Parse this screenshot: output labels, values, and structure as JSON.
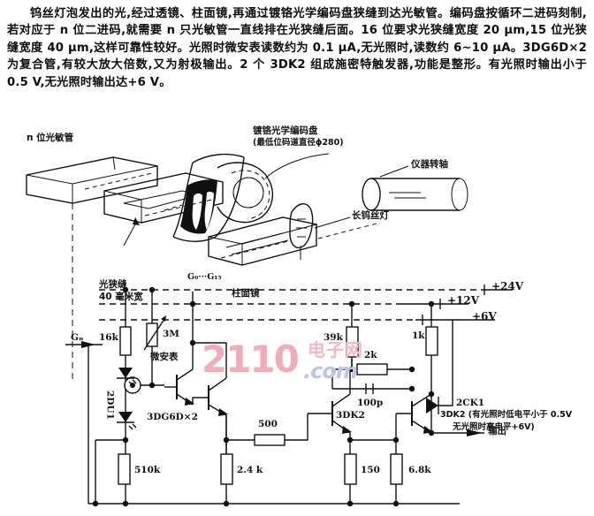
{
  "document": {
    "paragraph": "钨丝灯泡发出的光,经过透镜、柱面镜,再通过镀铬光学编码盘狭缝到达光敏管。编码盘按循环二进码刻制,若对应于 n 位二进码,就需要 n 只光敏管一直线排在光狭缝后面。16 位要求光狭缝宽度 20 μm,15 位光狭缝宽度 40 μm,这样可靠性较好。光照时微安表读数约为 0.1 μA,无光照时,读数约 6~10 μA。3DG6D×2 为复合管,有较大放大倍数,又为射极输出。2 个 3DK2 组成施密特触发器,功能是整形。有光照时输出小于 0.5 V,无光照时输出达+6 V。"
  },
  "optical_diagram": {
    "photodetector_label": "n 位光敏管",
    "slit_label_line1": "光狭缝",
    "slit_label_line2": "40 毫米宽",
    "gate_label": "G₀···G₁₅",
    "cylindrical_lens_label": "柱面镜",
    "encoder_disc_line1": "镀铬光学编码盘",
    "encoder_disc_line2": "(最低位码道直径ϕ280)",
    "shaft_label": "仪器转轴",
    "lamp_label": "长钨丝灯"
  },
  "circuit": {
    "rails": [
      {
        "label": "+24V"
      },
      {
        "label": "+12V"
      },
      {
        "label": "+6V"
      }
    ],
    "input_label": "Gₙ",
    "components": [
      {
        "ref": "16k",
        "type": "resistor"
      },
      {
        "ref": "3M",
        "type": "potentiometer"
      },
      {
        "ref": "微安表",
        "type": "microammeter"
      },
      {
        "ref": "2DU1",
        "type": "photodiode"
      },
      {
        "ref": "3DG6D×2",
        "type": "darlington-pair"
      },
      {
        "ref": "510k",
        "type": "resistor"
      },
      {
        "ref": "500",
        "type": "resistor"
      },
      {
        "ref": "2.4 k",
        "type": "resistor"
      },
      {
        "ref": "39k",
        "type": "resistor"
      },
      {
        "ref": "2k",
        "type": "resistor"
      },
      {
        "ref": "100p",
        "type": "capacitor"
      },
      {
        "ref": "3DK2",
        "type": "transistor"
      },
      {
        "ref": "150",
        "type": "resistor"
      },
      {
        "ref": "6.8k",
        "type": "resistor"
      },
      {
        "ref": "1k",
        "type": "resistor"
      },
      {
        "ref": "2CK1",
        "type": "zener-diode"
      }
    ],
    "output_label": "输出",
    "note_line1": "3DK2 (有光照时低电平小于 0.5V",
    "note_line2": "无光照时高电平+6V)"
  },
  "watermark": {
    "digits": "2110",
    "cn": "电子网",
    "domain": ".com"
  }
}
